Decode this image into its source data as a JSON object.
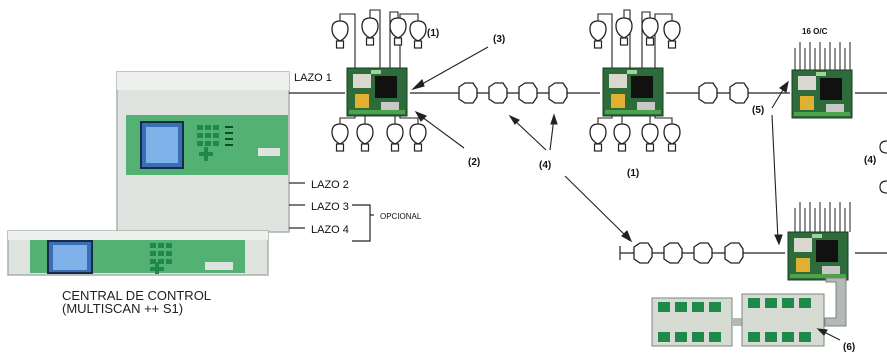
{
  "labels": {
    "lazo1": "LAZO 1",
    "lazo2": "LAZO 2",
    "lazo3": "LAZO 3",
    "lazo4": "LAZO 4",
    "opcional": "OPCIONAL",
    "central_line1": "CENTRAL  DE CONTROL",
    "central_line2": "(MULTISCAN ++ S1)",
    "out_16": "16 O/C",
    "n1a": "(1)",
    "n1b": "(1)",
    "n2": "(2)",
    "n3": "(3)",
    "n4a": "(4)",
    "n4b": "(4)",
    "n5": "(5)",
    "n6": "(6)"
  },
  "colors": {
    "panel_bg": "#dfe3df",
    "panel_edge": "#a9b0ab",
    "screen": "#3a6fb5",
    "keypad": "#1e8a4a",
    "pcb": "#2d6b3a",
    "line": "#222222"
  }
}
